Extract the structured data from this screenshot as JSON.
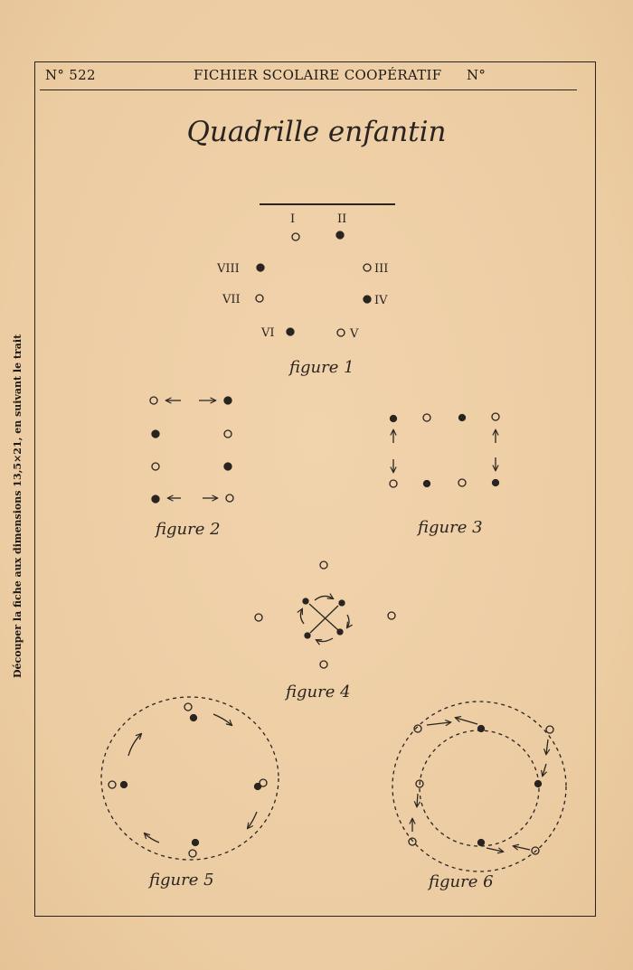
{
  "header": {
    "number_left": "N° 522",
    "title": "FICHIER SCOLAIRE COOPÉRATIF",
    "number_right": "N°"
  },
  "side_note": "Découper la fiche aux dimensions 13,5×21, en suivant le trait",
  "title": "Quadrille enfantin",
  "figures": {
    "fig1": {
      "label": "figure 1",
      "positions": [
        "I",
        "II",
        "VIII",
        "III",
        "VII",
        "IV",
        "VI",
        "V"
      ]
    },
    "fig2": {
      "label": "figure 2"
    },
    "fig3": {
      "label": "figure 3"
    },
    "fig4": {
      "label": "figure 4"
    },
    "fig5": {
      "label": "figure 5"
    },
    "fig6": {
      "label": "figure 6"
    }
  },
  "colors": {
    "paper": "#efcfa6",
    "ink": "#2a2420"
  }
}
